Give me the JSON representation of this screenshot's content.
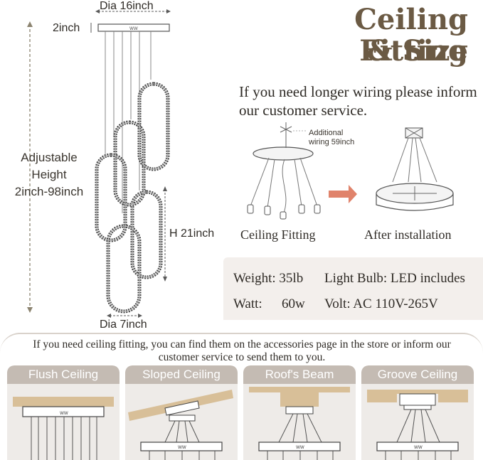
{
  "title": {
    "line1": "Ceiling Fitting",
    "line2": "& Size"
  },
  "notice": "If you need longer wiring please inform our customer service.",
  "dimensions": {
    "dia_top": "Dia 16inch",
    "canopy_height": "2inch",
    "adjustable": [
      "Adjustable",
      "Height",
      "2inch-98inch"
    ],
    "h_ring": "H 21inch",
    "dia_bottom": "Dia 7inch"
  },
  "sketch": {
    "wiring_note": [
      "Additional",
      "wiring 59inch"
    ],
    "caption_left": "Ceiling Fitting",
    "caption_right": "After installation"
  },
  "specs": {
    "weight": "Weight: 35lb",
    "bulb": "Light Bulb: LED includes",
    "watt_label": "Watt:",
    "watt_value": "60w",
    "volt": "Volt: AC 110V-265V"
  },
  "bottom_note": "If you need ceiling fitting, you can find them on the accessories page in the store or inform our customer service to send them to you.",
  "cards": [
    {
      "label": "Flush Ceiling"
    },
    {
      "label": "Sloped Ceiling"
    },
    {
      "label": "Roof's Beam"
    },
    {
      "label": "Groove Ceiling"
    }
  ],
  "colors": {
    "title": "#6b5a44",
    "card_header": "#c4bbb3",
    "wood": "#d8bf98",
    "specs_bg": "#f3efec",
    "arrow": "#e0836b"
  }
}
